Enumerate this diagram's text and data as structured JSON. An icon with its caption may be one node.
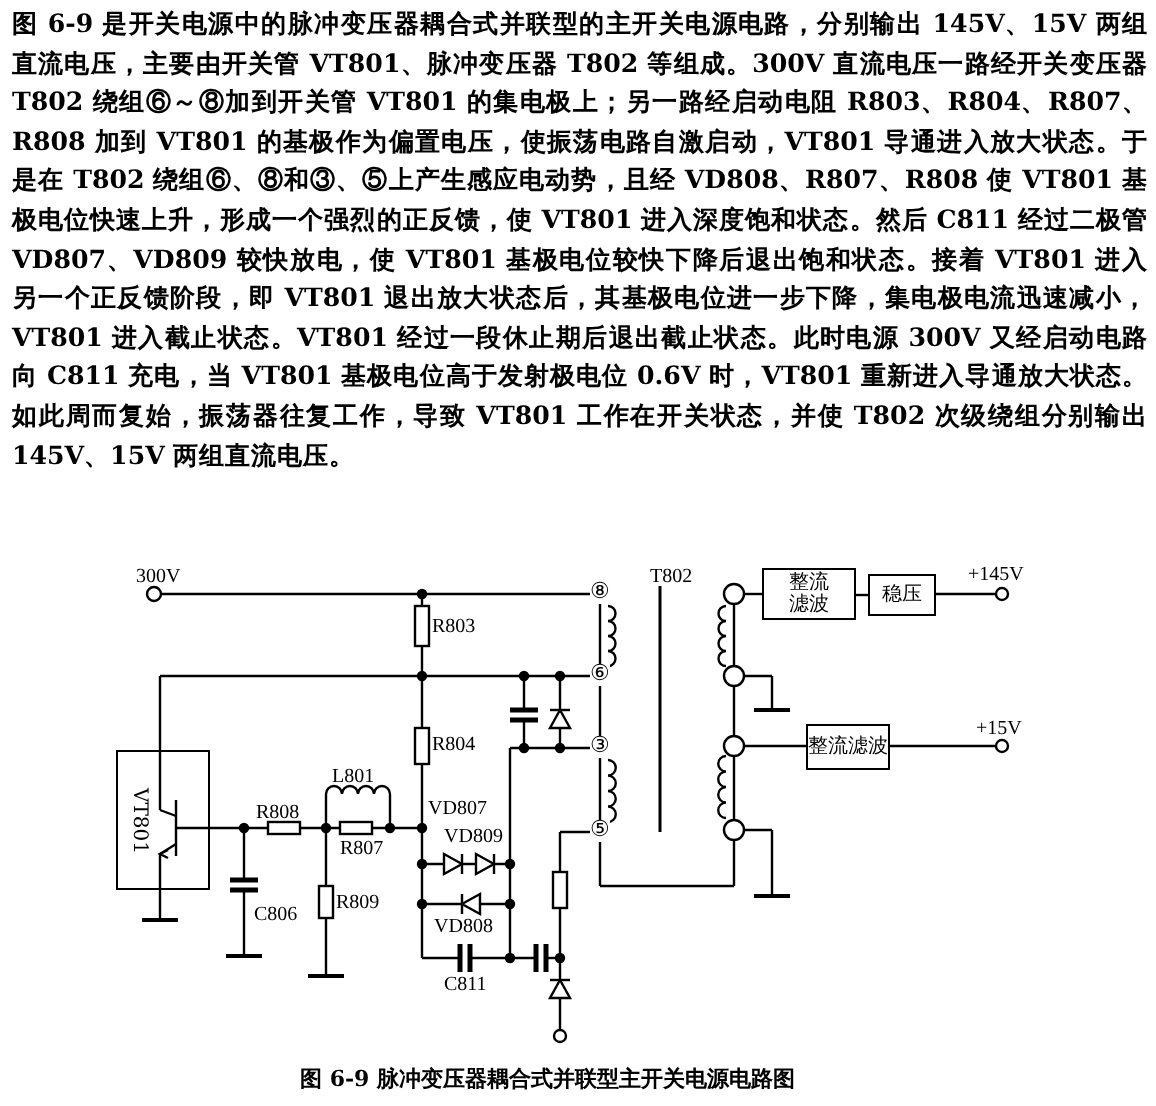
{
  "diagram": {
    "caption": "图 6-9 脉冲变压器耦合式并联型主开关电源电路图",
    "nodes": [
      {
        "text": [
          "整流滤波"
        ]
      },
      {
        "text": [
          "稳压"
        ]
      },
      {
        "text": [
          "整流滤波"
        ]
      },
      {
        "text": [
          "VT801"
        ]
      }
    ],
    "edges": [
      {
        "from": 0,
        "to": 1,
        "arrow": "none"
      }
    ],
    "labels": [
      "图 6-9 是开关电源中的脉冲变压器耦合式并联型的主开关电源电路，分别输出 145V、15V 两组直流电压，主要由开关管 VT801、脉冲变压器 T802 等组成。300V 直流电压一路经开关变压器 T802 绕组⑥～⑧加到开关管 VT801 的集电极上；另一路经启动电阻 R803、R804、R807、R808 加到 VT801 的基极作为偏置电压，使振荡电路自激启动，VT801 导通进入放大状态。于是在 T802 绕组⑥、⑧和③、⑤上产生感应电动势，且经 VD808、R807、R808 使 VT801 基极电位快速上升，形成一个强烈的正反馈，使 VT801 进入深度饱和状态。然后 C811 经过二极管 VD807、VD809 较快放电，使 VT801 基极电位较快下降后退出饱和状态。接着 VT801 进入另一个正反馈阶段，即 VT801 退出放大状态后，其基极电位进一步下降，集电极电流迅速减小，VT801 进入截止状态。VT801 经过一段休止期后退出截止状态。此时电源 300V 又经启动电路向 C811 充电，当 VT801 基极电位高于发射极电位 0.6V 时，VT801 重新进入导通放大状态。如此周而复始，振荡器往复工作，导致 VT801 工作在开关状态，并使 T802 次级绕组分别输出 145V、15V 两组直流电压。",
      "300V",
      "T802",
      "+145V",
      "⑧",
      "R803",
      "⑥",
      "+15V",
      "③",
      "R804",
      "L801",
      "VD807",
      "R808",
      "VD809",
      "⑤",
      "R807",
      "R809",
      "C806",
      "VD808",
      "C811"
    ]
  }
}
